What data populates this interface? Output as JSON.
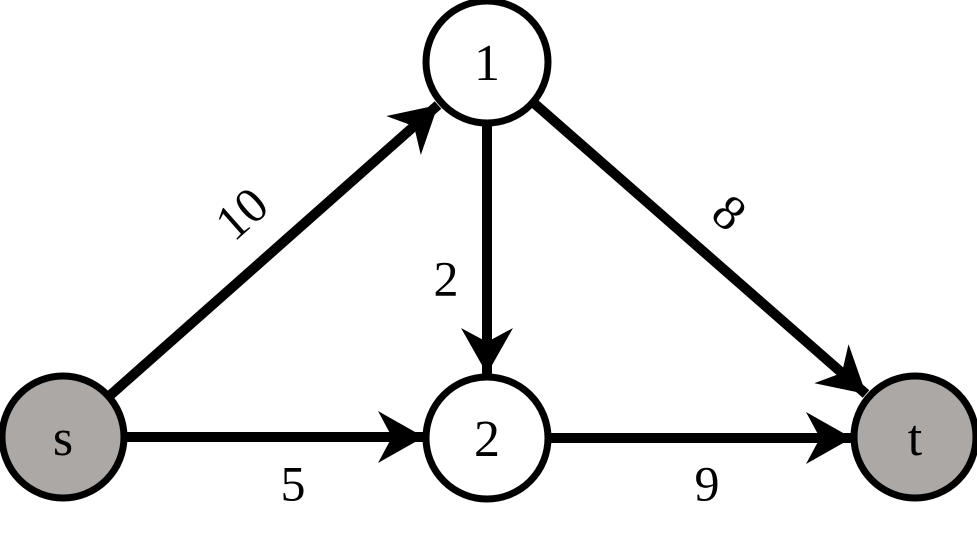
{
  "diagram": {
    "type": "directed-graph",
    "description": "Flow network diagram with source s, sink t, and intermediate nodes 1 and 2",
    "colors": {
      "node_fill_shaded": "#ABA8A5",
      "node_fill_plain": "#FFFFFF",
      "stroke": "#000000",
      "background": "#FFFFFF"
    },
    "nodes": [
      {
        "id": "s",
        "label": "s",
        "shaded": true
      },
      {
        "id": "1",
        "label": "1",
        "shaded": false
      },
      {
        "id": "2",
        "label": "2",
        "shaded": false
      },
      {
        "id": "t",
        "label": "t",
        "shaded": true
      }
    ],
    "edges": [
      {
        "from": "s",
        "to": "1",
        "weight": "10"
      },
      {
        "from": "s",
        "to": "2",
        "weight": "5"
      },
      {
        "from": "1",
        "to": "2",
        "weight": "2"
      },
      {
        "from": "1",
        "to": "t",
        "weight": "8"
      },
      {
        "from": "2",
        "to": "t",
        "weight": "9"
      }
    ]
  }
}
